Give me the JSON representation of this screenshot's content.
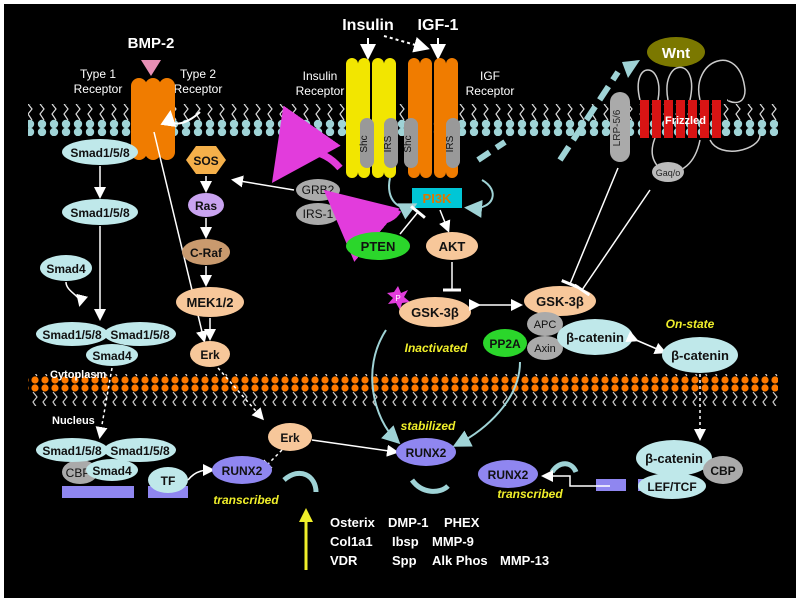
{
  "ligands": {
    "bmp2": "BMP-2",
    "insulin": "Insulin",
    "igf1": "IGF-1",
    "wnt": "Wnt"
  },
  "receptors": {
    "type1_line1": "Type 1",
    "type1_line2": "Receptor",
    "type2_line1": "Type 2",
    "type2_line2": "Receptor",
    "insulin_line1": "Insulin",
    "insulin_line2": "Receptor",
    "igf_line1": "IGF",
    "igf_line2": "Receptor",
    "lrp": "LRP-5/6",
    "frizzled": "Frizzled",
    "gaq": "Gaq/o"
  },
  "adaptors": {
    "shc": "Shc",
    "irs": "IRS",
    "grb2": "GRB2",
    "irs1": "IRS-1",
    "pi3k": "PI3K"
  },
  "mapk": {
    "sos": "SOS",
    "ras": "Ras",
    "craf": "C-Raf",
    "mek": "MEK1/2",
    "erk": "Erk",
    "erk_nuclear": "Erk"
  },
  "pi3k_branch": {
    "pten": "PTEN",
    "akt": "AKT",
    "p": "P",
    "gsk_inactive": "GSK-3β",
    "inactivated": "Inactivated",
    "pp2a": "PP2A"
  },
  "wnt_branch": {
    "gsk": "GSK-3β",
    "apc": "APC",
    "axin": "Axin",
    "bcat": "β-catenin",
    "bcat_on": "β-catenin",
    "on_state": "On-state",
    "bcat_nuc": "β-catenin",
    "cbp": "CBP",
    "leftcf": "LEF/TCF"
  },
  "smad": {
    "s1": "Smad1/5/8",
    "s2": "Smad1/5/8",
    "smad4": "Smad4",
    "c_a": "Smad1/5/8",
    "c_b": "Smad1/5/8",
    "c_smad4": "Smad4",
    "n_a": "Smad1/5/8",
    "n_b": "Smad1/5/8",
    "n_smad4": "Smad4",
    "cbp": "CBP",
    "tf": "TF"
  },
  "compartments": {
    "cytoplasm": "Cytoplasm",
    "nucleus": "Nucleus"
  },
  "runx2": {
    "left": "RUNX2",
    "center": "RUNX2",
    "right": "RUNX2",
    "transcribed_left": "transcribed",
    "stabilized": "stabilized",
    "transcribed_right": "transcribed"
  },
  "genes": [
    "Osterix",
    "DMP-1",
    "PHEX",
    "Col1a1",
    "Ibsp",
    "MMP-9",
    "VDR",
    "Spp",
    "Alk Phos",
    "MMP-13"
  ],
  "colors": {
    "background": "#000000",
    "membrane": "#9fd3d6",
    "nuclear_membrane": "#ff7a00",
    "receptor_orange": "#f07c00",
    "receptor_yellow": "#f2e600",
    "smad": "#bfe8ea",
    "mapk": "#f7c79a",
    "sos": "#f5b04a",
    "ras": "#c9a3f0",
    "pten": "#2bd62b",
    "pi3k": "#00c6d6",
    "runx2": "#8f86f0",
    "frizzled": "#d81414",
    "wnt": "#7b7800",
    "label_yellow": "#f0ef2a",
    "magenta": "#e23cdc"
  }
}
